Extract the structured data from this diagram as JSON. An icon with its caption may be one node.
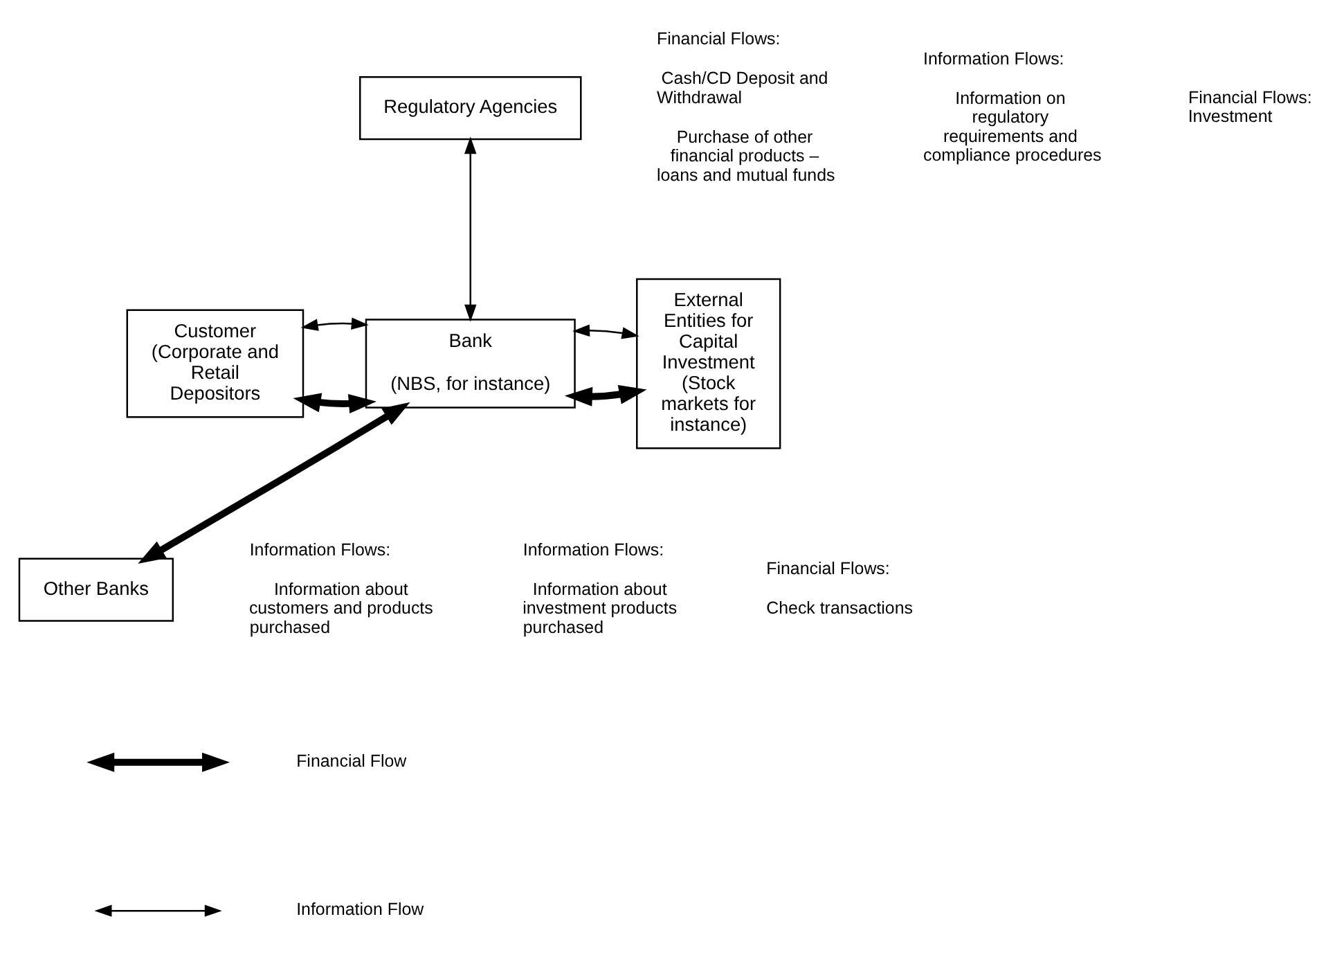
{
  "diagram": {
    "nodes": [
      {
        "text": [
          "Regulatory Agencies"
        ]
      },
      {
        "text": [
          "Customer (Corporate and Retail Depositors"
        ]
      },
      {
        "text": [
          "Bank",
          "(NBS, for instance)"
        ]
      },
      {
        "text": [
          "External Entities for Capital Investment (Stock markets for instance)"
        ]
      },
      {
        "text": [
          "Other Banks"
        ]
      }
    ],
    "edges": [
      {
        "from": 1,
        "to": 2,
        "arrow": "both",
        "style": "thick"
      },
      {
        "from": 1,
        "to": 2,
        "arrow": "both"
      },
      {
        "from": 0,
        "to": 2,
        "arrow": "both"
      },
      {
        "from": 2,
        "to": 3,
        "arrow": "both",
        "style": "thick"
      },
      {
        "from": 2,
        "to": 3,
        "arrow": "both"
      },
      {
        "from": 2,
        "to": 4,
        "arrow": "both",
        "style": "thick"
      }
    ],
    "labels": [
      "Financial Flows:",
      "Cash/CD Deposit and Withdrawal",
      "Purchase of other financial products – loans and mutual funds",
      "Information Flows:",
      "Information on regulatory requirements and compliance procedures",
      "Financial Flows: Investment",
      "Information Flows:",
      "Information about customers and products purchased",
      "Information Flows:",
      "Information about investment products purchased",
      "Financial Flows:",
      "Check transactions"
    ],
    "legend": [
      {
        "text": "Financial Flow"
      },
      {
        "text": "Information Flow"
      }
    ]
  }
}
